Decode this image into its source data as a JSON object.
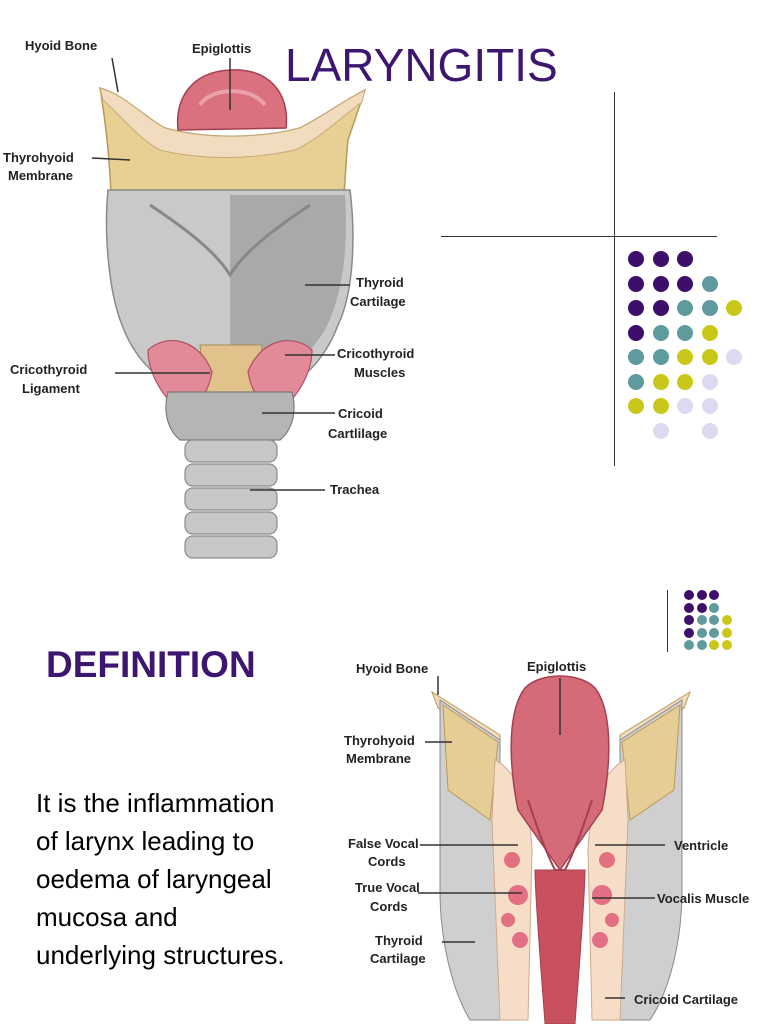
{
  "slide": {
    "title": "LARYNGITIS",
    "definition_heading": "DEFINITION",
    "definition_lines": [
      "It is the inflammation",
      "of larynx leading to",
      "oedema of laryngeal",
      "mucosa and",
      "underlying structures."
    ]
  },
  "diagram1": {
    "labels": {
      "hyoid_bone": "Hyoid Bone",
      "epiglottis": "Epiglottis",
      "thyrohyoid_1": "Thyrohyoid",
      "thyrohyoid_2": "Membrane",
      "thyroid_1": "Thyroid",
      "thyroid_2": "Cartilage",
      "cricothyroid_lig_1": "Cricothyroid",
      "cricothyroid_lig_2": "Ligament",
      "cricothyroid_mus_1": "Cricothyroid",
      "cricothyroid_mus_2": "Muscles",
      "cricoid_1": "Cricoid",
      "cricoid_2": "Cartlilage",
      "trachea": "Trachea"
    }
  },
  "diagram2": {
    "labels": {
      "hyoid_bone": "Hyoid Bone",
      "epiglottis": "Epiglottis",
      "thyrohyoid_1": "Thyrohyoid",
      "thyrohyoid_2": "Membrane",
      "false_vocal_1": "False Vocal",
      "false_vocal_2": "Cords",
      "true_vocal_1": "True Vocal",
      "true_vocal_2": "Cords",
      "thyroid_1": "Thyroid",
      "thyroid_2": "Cartilage",
      "ventricle": "Ventricle",
      "vocalis": "Vocalis Muscle",
      "cricoid": "Cricoid Cartilage"
    }
  },
  "colors": {
    "title": "#3d1670",
    "dot_purple": "#3d0f6b",
    "dot_teal": "#5f9b9c",
    "dot_yellow": "#c9c81a",
    "dot_lavender": "#dcdaf0"
  }
}
